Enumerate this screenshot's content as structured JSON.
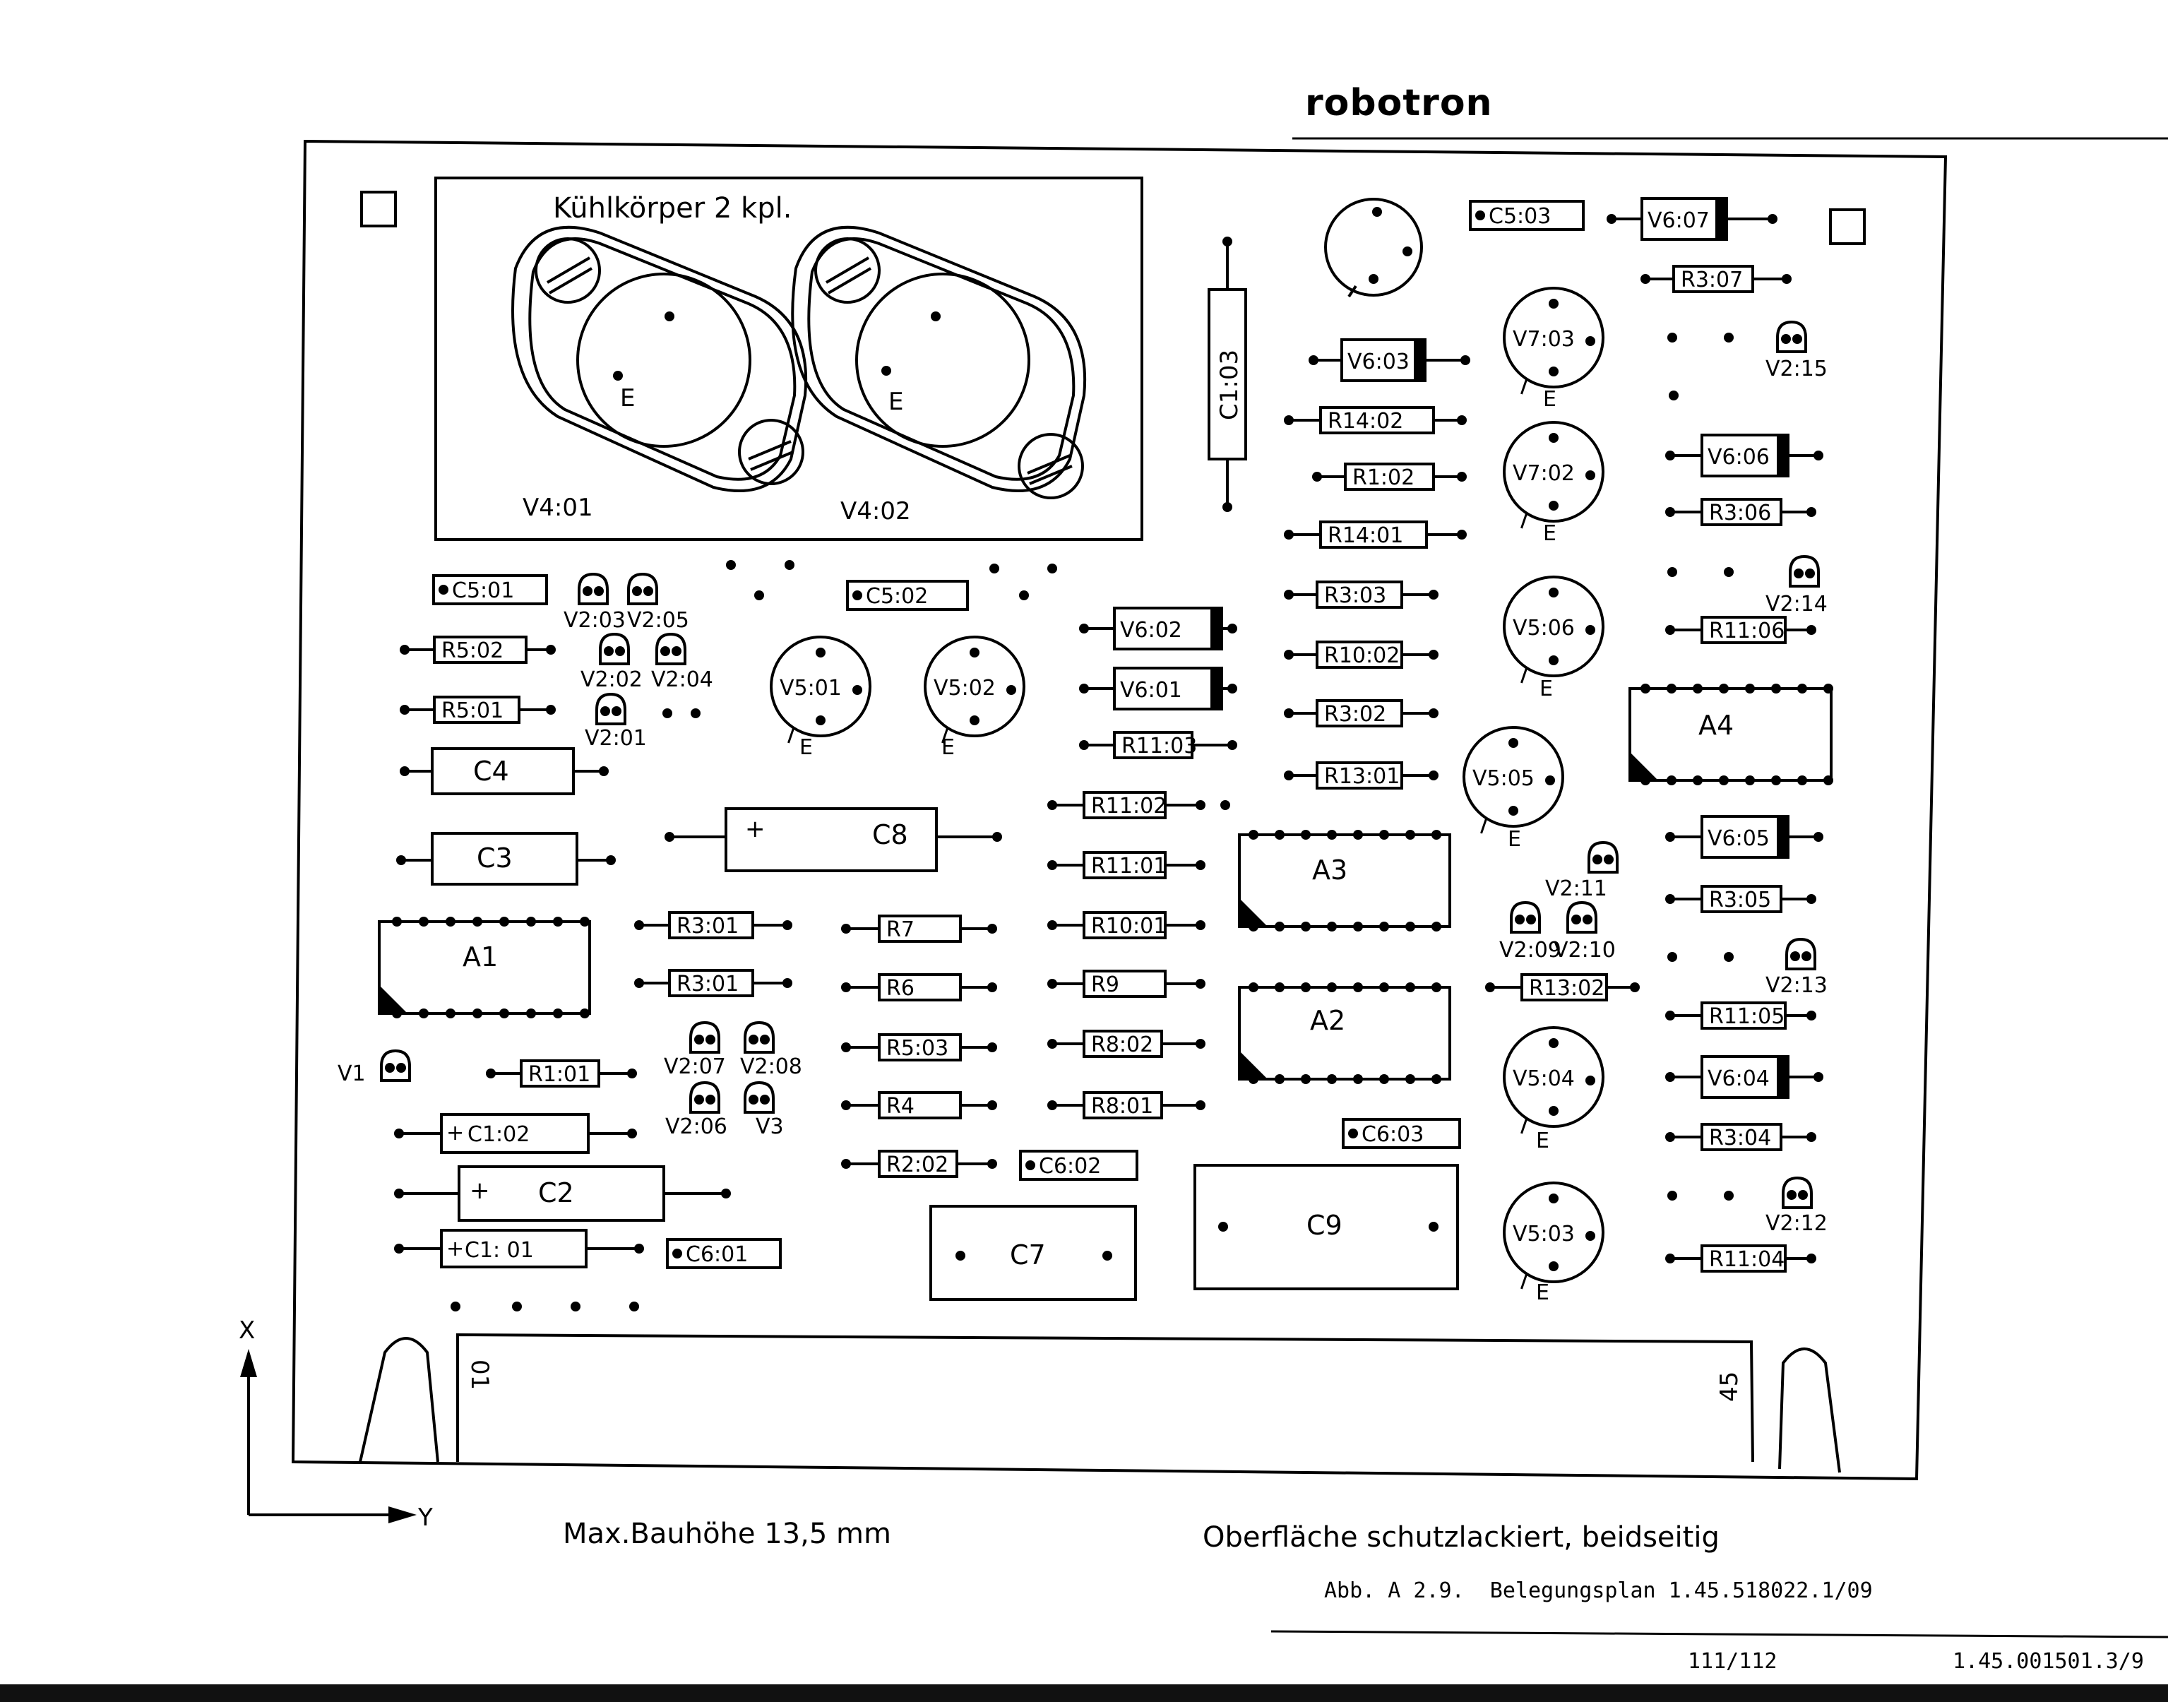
{
  "header": {
    "brand": "robotron"
  },
  "heatsink": {
    "title": "Kühlkörper 2 kpl.",
    "emitter_mark": "E",
    "left_label": "V4:01",
    "right_label": "V4:02"
  },
  "components": {
    "c5_01": "C5:01",
    "c5_02": "C5:02",
    "c5_03": "C5:03",
    "c6_01": "C6:01",
    "c6_02": "C6:02",
    "c6_03": "C6:03",
    "c1_01": "C1: 01",
    "c1_02": "C1:02",
    "c1_03": "C1:03",
    "c2": "C2",
    "c3": "C3",
    "c4": "C4",
    "c7": "C7",
    "c8": "C8",
    "c9": "C9",
    "r5_02": "R5:02",
    "r5_01": "R5:01",
    "r5_03": "R5:03",
    "r3_01a": "R3:01",
    "r3_01b": "R3:01",
    "r3_02": "R3:02",
    "r3_03": "R3:03",
    "r3_04": "R3:04",
    "r3_05": "R3:05",
    "r3_06": "R3:06",
    "r3_07": "R3:07",
    "r1_01": "R1:01",
    "r1_02": "R1:02",
    "r7": "R7",
    "r6": "R6",
    "r4": "R4",
    "r9": "R9",
    "r2_02": "R2:02",
    "r8_01": "R8:01",
    "r8_02": "R8:02",
    "r10_01": "R10:01",
    "r10_02": "R10:02",
    "r11_01": "R11:01",
    "r11_02": "R11:02",
    "r11_03": "R11:03",
    "r11_04": "R11:04",
    "r11_05": "R11:05",
    "r11_06": "R11:06",
    "r13_01": "R13:01",
    "r13_02": "R13:02",
    "r14_01": "R14:01",
    "r14_02": "R14:02",
    "v6_01": "V6:01",
    "v6_02": "V6:02",
    "v6_03": "V6:03",
    "v6_04": "V6:04",
    "v6_05": "V6:05",
    "v6_06": "V6:06",
    "v6_07": "V6:07",
    "v5_01": "V5:01",
    "v5_02": "V5:02",
    "v5_03": "V5:03",
    "v5_04": "V5:04",
    "v5_05": "V5:05",
    "v5_06": "V5:06",
    "v7_02": "V7:02",
    "v7_03": "V7:03",
    "v2_01": "V2:01",
    "v2_02": "V2:02",
    "v2_03": "V2:03",
    "v2_04": "V2:04",
    "v2_05": "V2:05",
    "v2_06": "V2:06",
    "v2_07": "V2:07",
    "v2_08": "V2:08",
    "v2_09": "V2:09",
    "v2_10": "V2:10",
    "v2_11": "V2:11",
    "v2_12": "V2:12",
    "v2_13": "V2:13",
    "v2_14": "V2:14",
    "v2_15": "V2:15",
    "v1": "V1",
    "v3": "V3",
    "a1": "A1",
    "a2": "A2",
    "a3": "A3",
    "a4": "A4",
    "emitter": "E"
  },
  "connector": {
    "pin_first": "01",
    "pin_last": "45"
  },
  "axes": {
    "x": "X",
    "y": "Y"
  },
  "notes": {
    "max_height": "Max.Bauhöhe 13,5 mm",
    "surface": "Oberfläche schutzlackiert, beidseitig"
  },
  "caption": "Abb. A 2.9.  Belegungsplan 1.45.518022.1/09",
  "footer": {
    "page": "111/112",
    "doc_number": "1.45.001501.3/9"
  }
}
